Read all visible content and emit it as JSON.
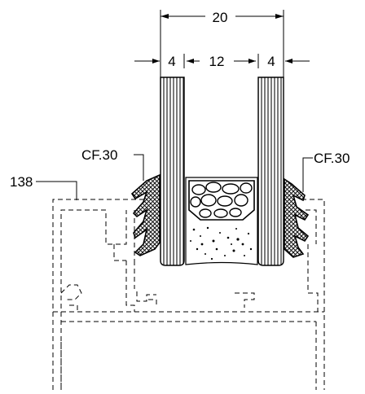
{
  "dimensions": {
    "overall": "20",
    "glass_left": "4",
    "spacer": "12",
    "glass_right": "4"
  },
  "labels": {
    "profile": "138",
    "gasket_left": "CF.30",
    "gasket_right": "CF.30"
  }
}
